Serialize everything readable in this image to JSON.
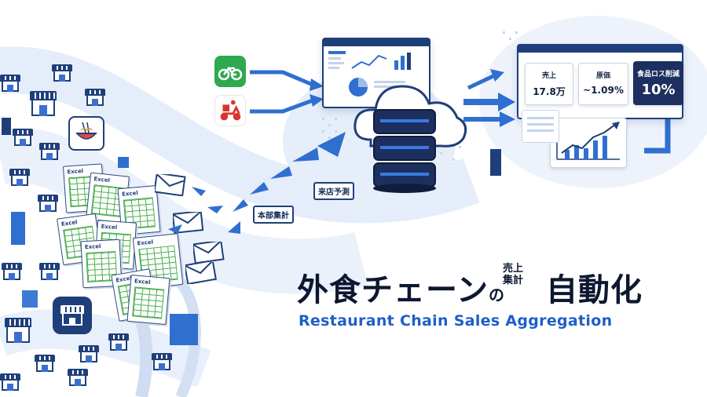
{
  "title": {
    "main_part1": "外食チェーン",
    "connector": "の",
    "small_line1": "売上",
    "small_line2": "集計",
    "main_part2": "自動化",
    "subtitle_en": "Restaurant Chain Sales Aggregation"
  },
  "labels": {
    "hq_aggregation": "本部集計",
    "visit_forecast": "来店予測"
  },
  "excel_tag": "Excel",
  "kpis": [
    {
      "label": "売上",
      "value": "17.8万"
    },
    {
      "label": "原価",
      "value": "~1.09%"
    },
    {
      "label": "食品ロス削減",
      "value": "10%"
    }
  ],
  "icons": {
    "bicycle": "bicycle-icon",
    "delivery": "delivery-scooter-icon",
    "ramen": "ramen-bowl-icon",
    "store": "storefront-icon",
    "cloud": "cloud-icon",
    "server": "server-stack-icon",
    "mail": "envelope-icon"
  },
  "colors": {
    "navy": "#1c2f5e",
    "blue": "#1e5fc8",
    "light_blue": "#dbe7f8",
    "green": "#2fa84f",
    "red": "#d9342b"
  }
}
